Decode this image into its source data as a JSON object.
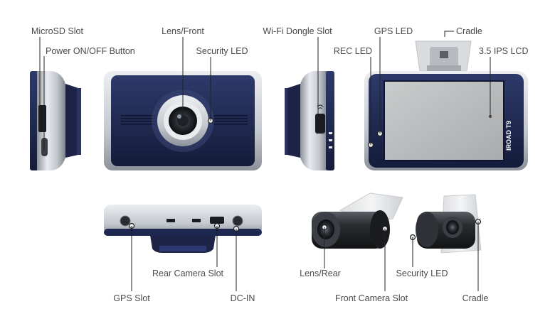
{
  "labels": {
    "microsd_slot": "MicroSD Slot",
    "power_button": "Power ON/OFF Button",
    "lens_front": "Lens/Front",
    "security_led_top": "Security LED",
    "wifi_dongle_slot": "Wi-Fi Dongle Slot",
    "gps_led": "GPS LED",
    "cradle_top": "Cradle",
    "rec_led": "REC LED",
    "ips_lcd": "3.5 IPS LCD",
    "rear_camera_slot": "Rear Camera Slot",
    "lens_rear": "Lens/Rear",
    "security_led_bottom": "Security LED",
    "gps_slot": "GPS Slot",
    "dc_in": "DC-IN",
    "front_camera_slot": "Front Camera Slot",
    "cradle_bottom": "Cradle"
  },
  "device": {
    "brand": "IROAD",
    "model": "T9"
  },
  "colors": {
    "navy": "#1f2a52",
    "silver": "#c9ccd2",
    "label_text": "#4a4a4a",
    "leader_line": "#222222"
  }
}
